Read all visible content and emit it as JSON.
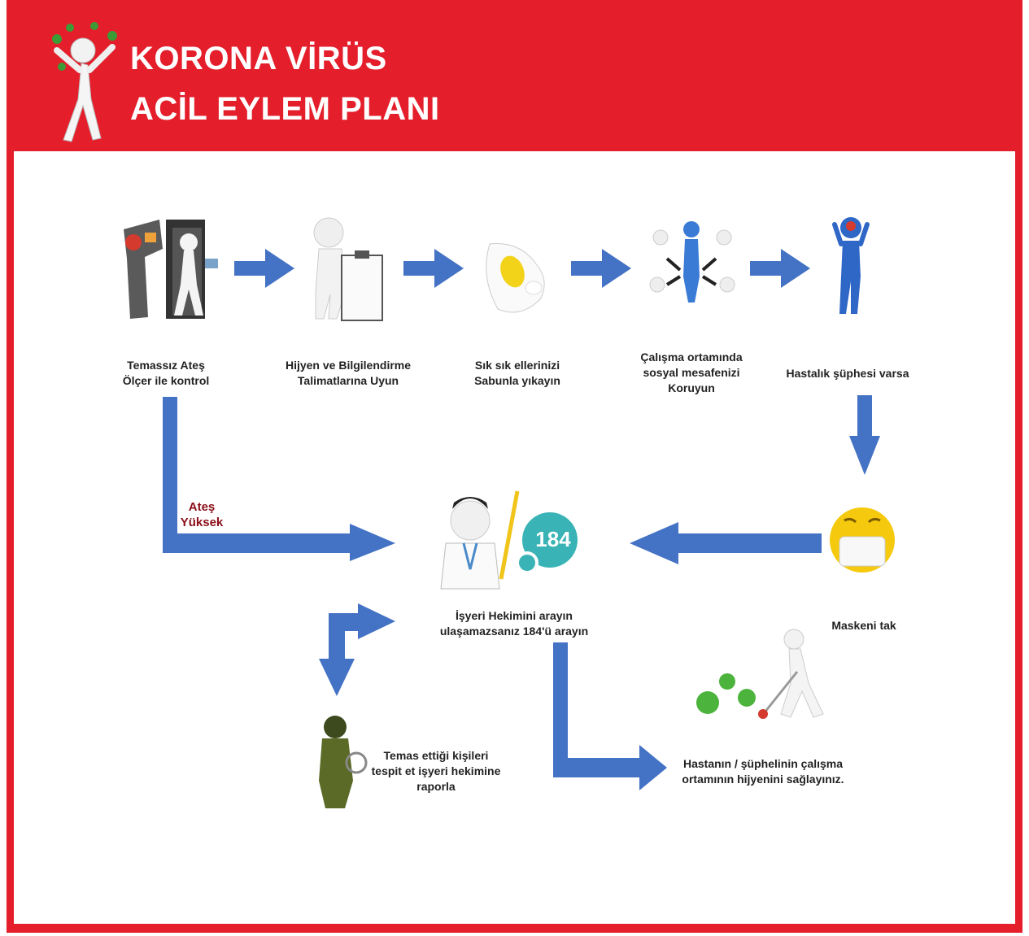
{
  "header": {
    "title_line1": "KORONA VİRÜS",
    "title_line2": "ACİL EYLEM PLANI"
  },
  "steps": {
    "step1": "Temassız Ateş\nÖlçer ile kontrol",
    "step2": "Hijyen ve Bilgilendirme\nTalimatlarına Uyun",
    "step3": "Sık sık ellerinizi\nSabunla yıkayın",
    "step4": "Çalışma ortamında\nsosyal mesafenizi\nKoruyun",
    "step5": "Hastalık şüphesi varsa",
    "mask": "Maskeni tak",
    "doctor": "İşyeri Hekimini arayın\nulaşamazsanız 184'ü arayın",
    "contacts": "Temas ettiği kişileri\ntespit et işyeri hekimine\nraporla",
    "hygiene": "Hastanın / şüphelinin çalışma\nortamının hijyenini sağlayınız.",
    "fever": "Ateş\nYüksek"
  },
  "hotline": {
    "number": "184"
  },
  "colors": {
    "banner": "#e41e2b",
    "arrow": "#4472c4",
    "fever_text": "#8b0e18",
    "hotline": "#39b3b5"
  }
}
